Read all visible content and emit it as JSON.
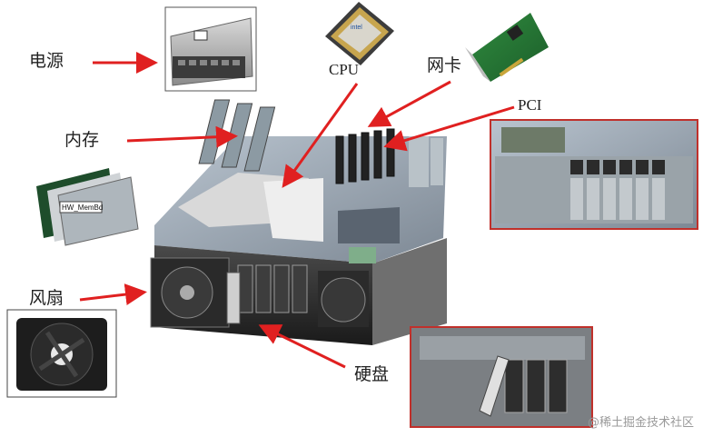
{
  "labels": {
    "power": "电源",
    "cpu": "CPU",
    "nic": "网卡",
    "pci": "PCI",
    "memory": "内存",
    "fan": "风扇",
    "disk": "硬盘"
  },
  "memory_stick_text": "HW_MemBd",
  "watermark": "@稀土掘金技术社区",
  "colors": {
    "arrow": "#e02020",
    "photo_frame": "#c0302b"
  }
}
